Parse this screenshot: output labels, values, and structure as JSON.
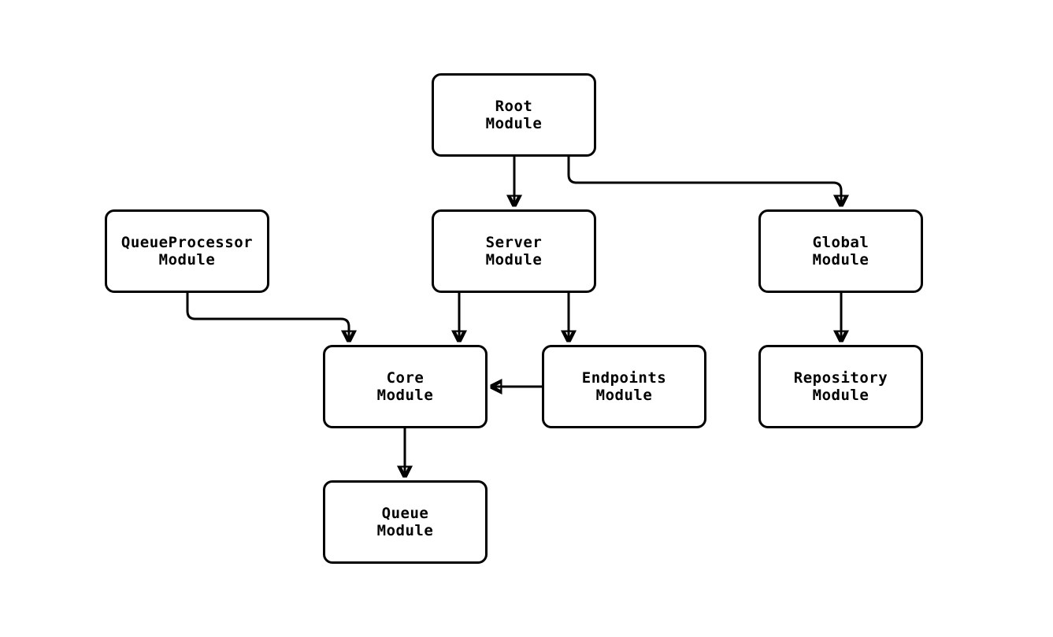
{
  "diagram": {
    "type": "module-dependency-flowchart",
    "colors": {
      "background": "#ffffff",
      "node_fill": "#ffffff",
      "node_border": "#000000",
      "edge": "#000000"
    },
    "nodes": [
      {
        "id": "root",
        "label": "Root\nModule"
      },
      {
        "id": "queueprocessor",
        "label": "QueueProcessor\nModule"
      },
      {
        "id": "server",
        "label": "Server\nModule"
      },
      {
        "id": "global",
        "label": "Global\nModule"
      },
      {
        "id": "core",
        "label": "Core\nModule"
      },
      {
        "id": "endpoints",
        "label": "Endpoints\nModule"
      },
      {
        "id": "repository",
        "label": "Repository\nModule"
      },
      {
        "id": "queue",
        "label": "Queue\nModule"
      }
    ],
    "edges": [
      {
        "from": "root",
        "to": "server"
      },
      {
        "from": "root",
        "to": "global"
      },
      {
        "from": "queueprocessor",
        "to": "core"
      },
      {
        "from": "server",
        "to": "core"
      },
      {
        "from": "server",
        "to": "endpoints"
      },
      {
        "from": "endpoints",
        "to": "core"
      },
      {
        "from": "core",
        "to": "queue"
      },
      {
        "from": "global",
        "to": "repository"
      }
    ]
  }
}
